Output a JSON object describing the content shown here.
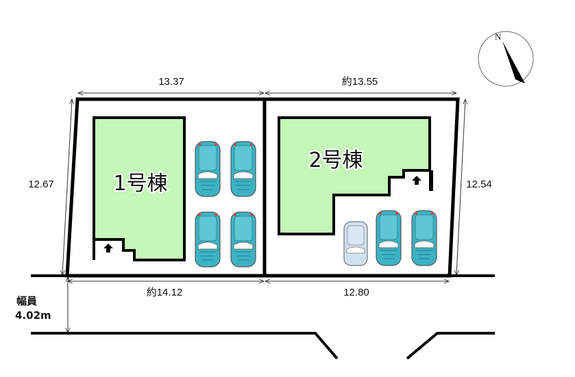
{
  "dimensions": {
    "top_lot1": "13.37",
    "top_lot2": "約13.55",
    "left_depth": "12.67",
    "right_depth": "12.54",
    "bottom_lot1": "約14.12",
    "bottom_lot2": "12.80"
  },
  "buildings": [
    {
      "label": "1号棟"
    },
    {
      "label": "2号棟"
    }
  ],
  "road": {
    "label": "幅員",
    "width": "4.02m"
  },
  "compass": {
    "label": "N"
  },
  "colors": {
    "building_fill": "#c4f7b8",
    "car_teal": "#3bb3c4",
    "car_white": "#cfe0ee",
    "outline": "#000000"
  }
}
